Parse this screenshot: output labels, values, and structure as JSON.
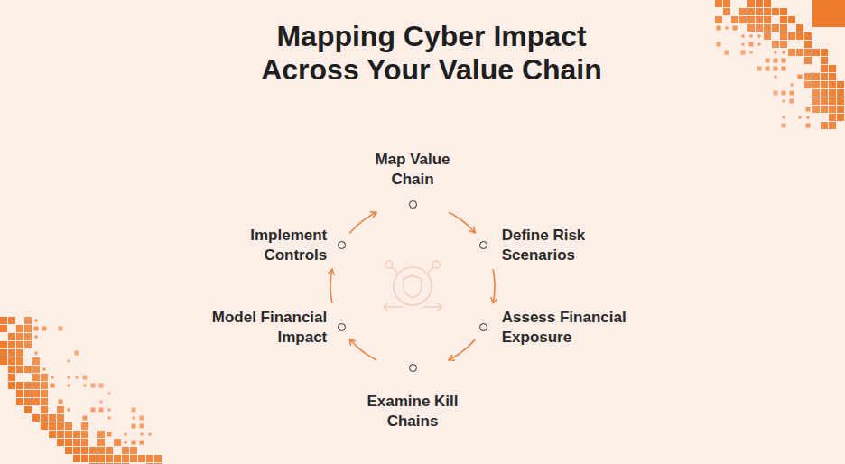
{
  "diagram": {
    "title": "Mapping Cyber Impact Across Your Value Chain",
    "nodes": [
      {
        "text": [
          "Map Value Chain"
        ]
      },
      {
        "text": [
          "Define Risk Scenarios"
        ]
      },
      {
        "text": [
          "Assess Financial Exposure"
        ]
      },
      {
        "text": [
          "Examine Kill Chains"
        ]
      },
      {
        "text": [
          "Model Financial Impact"
        ]
      },
      {
        "text": [
          "Implement Controls"
        ]
      }
    ],
    "edges": [
      {
        "from": 0,
        "to": 1,
        "arrow": "to"
      },
      {
        "from": 1,
        "to": 2,
        "arrow": "to"
      },
      {
        "from": 2,
        "to": 3,
        "arrow": "to"
      },
      {
        "from": 3,
        "to": 4,
        "arrow": "to"
      },
      {
        "from": 4,
        "to": 5,
        "arrow": "to"
      },
      {
        "from": 5,
        "to": 0,
        "arrow": "to"
      }
    ]
  }
}
